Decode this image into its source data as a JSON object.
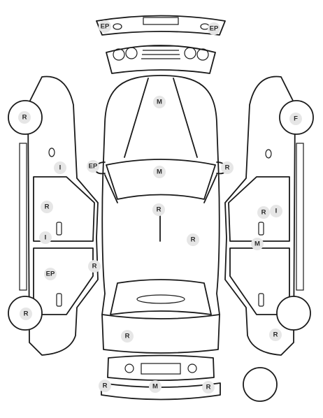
{
  "badges": [
    {
      "id": "front-bumper-left",
      "code": "EP"
    },
    {
      "id": "front-bumper-right",
      "code": "EP"
    },
    {
      "id": "hood",
      "code": "M"
    },
    {
      "id": "windshield",
      "code": "M"
    },
    {
      "id": "mirror-left",
      "code": "EP"
    },
    {
      "id": "mirror-right",
      "code": "R"
    },
    {
      "id": "roof",
      "code": "R"
    },
    {
      "id": "roof-right",
      "code": "R"
    },
    {
      "id": "left-rear-wheel",
      "code": "R"
    },
    {
      "id": "left-rear-quarter",
      "code": "I"
    },
    {
      "id": "left-rear-door",
      "code": "R"
    },
    {
      "id": "left-rear-handle",
      "code": "I"
    },
    {
      "id": "left-front-door",
      "code": "EP"
    },
    {
      "id": "left-pillar",
      "code": "R"
    },
    {
      "id": "left-front-wheel",
      "code": "R"
    },
    {
      "id": "right-front-wheel",
      "code": "F"
    },
    {
      "id": "right-front-door",
      "code": "R"
    },
    {
      "id": "right-front-door-2",
      "code": "I"
    },
    {
      "id": "right-door-handle",
      "code": "M"
    },
    {
      "id": "right-rear-wheel",
      "code": "R"
    },
    {
      "id": "trunk",
      "code": "R"
    },
    {
      "id": "rear-bumper-left",
      "code": "R"
    },
    {
      "id": "rear-bumper-center",
      "code": "M"
    },
    {
      "id": "rear-bumper-right",
      "code": "R"
    }
  ]
}
